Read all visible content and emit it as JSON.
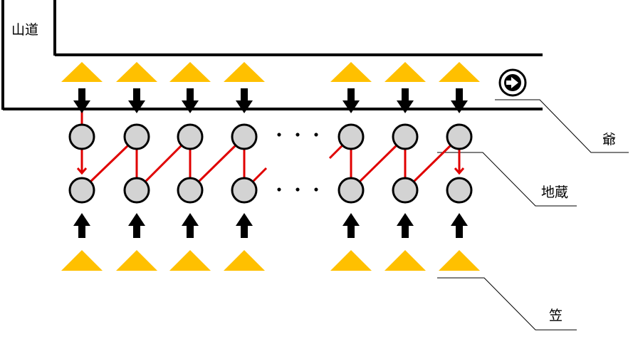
{
  "labels": {
    "road": "山道",
    "grandpa": "爺",
    "jizo": "地蔵",
    "hat": "笠"
  },
  "ellipsis_top": "・・・",
  "ellipsis_bottom": "・・・",
  "colors": {
    "hat": "#FFC000",
    "statue_fill": "#D3D3D3",
    "path": "#E00000",
    "line": "#000000"
  },
  "icons": {
    "grandpa": "right-arrow-circle-icon",
    "push": "down-arrow-icon",
    "lift": "up-arrow-icon"
  },
  "columns": 7
}
